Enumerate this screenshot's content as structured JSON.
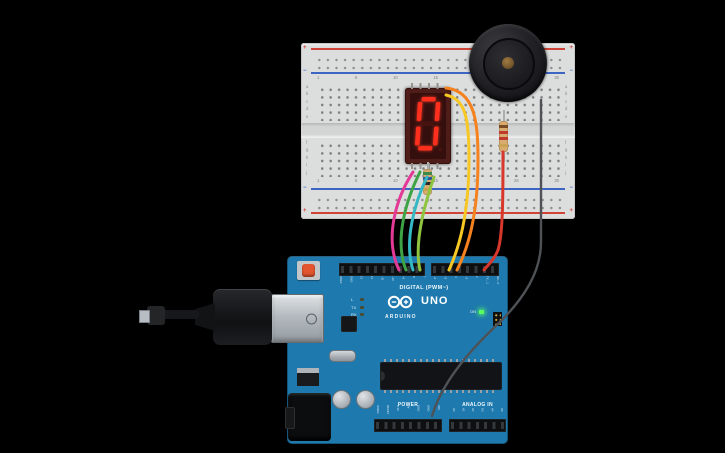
{
  "canvas": {
    "bg": "#000000"
  },
  "breadboard": {
    "column_numbers": [
      "1",
      "5",
      "10",
      "15",
      "20",
      "25",
      "30"
    ],
    "row_letters_top": [
      "a",
      "b",
      "c",
      "d",
      "e"
    ],
    "row_letters_bottom": [
      "f",
      "g",
      "h",
      "i",
      "j"
    ],
    "rail_plus": "+",
    "rail_minus": "−"
  },
  "seven_segment": {
    "value": "0",
    "segment_color": "#ff2f1d",
    "lit_segments": [
      "a",
      "b",
      "c",
      "d",
      "e",
      "f"
    ]
  },
  "buzzer": {
    "type": "piezo"
  },
  "arduino": {
    "model": "UNO",
    "brand": "ARDUINO",
    "digital_label": "DIGITAL (PWM~)",
    "power_label": "POWER",
    "analog_label": "ANALOG IN",
    "l_label": "L",
    "tx_label": "TX",
    "rx_label": "RX",
    "on_label": "ON",
    "digital_pins": [
      "AREF",
      "GND",
      "13",
      "12",
      "~11",
      "~10",
      "~9",
      "8",
      "7",
      "~6",
      "~5",
      "4",
      "~3",
      "2",
      "TX→1",
      "RX←0"
    ],
    "power_pins": [
      "IOREF",
      "RESET",
      "3.3V",
      "5V",
      "GND",
      "GND",
      "VIN"
    ],
    "analog_pins": [
      "A0",
      "A1",
      "A2",
      "A3",
      "A4",
      "A5"
    ]
  },
  "wires": [
    {
      "name": "wire-pink",
      "color": "#e23a96"
    },
    {
      "name": "wire-green",
      "color": "#3da344"
    },
    {
      "name": "wire-cyan",
      "color": "#33b8c4"
    },
    {
      "name": "wire-lime",
      "color": "#8fc43f"
    },
    {
      "name": "wire-yellow",
      "color": "#f7c824"
    },
    {
      "name": "wire-orange",
      "color": "#f5821e"
    },
    {
      "name": "wire-red",
      "color": "#d8372b"
    },
    {
      "name": "wire-gray",
      "color": "#4e5256"
    }
  ]
}
